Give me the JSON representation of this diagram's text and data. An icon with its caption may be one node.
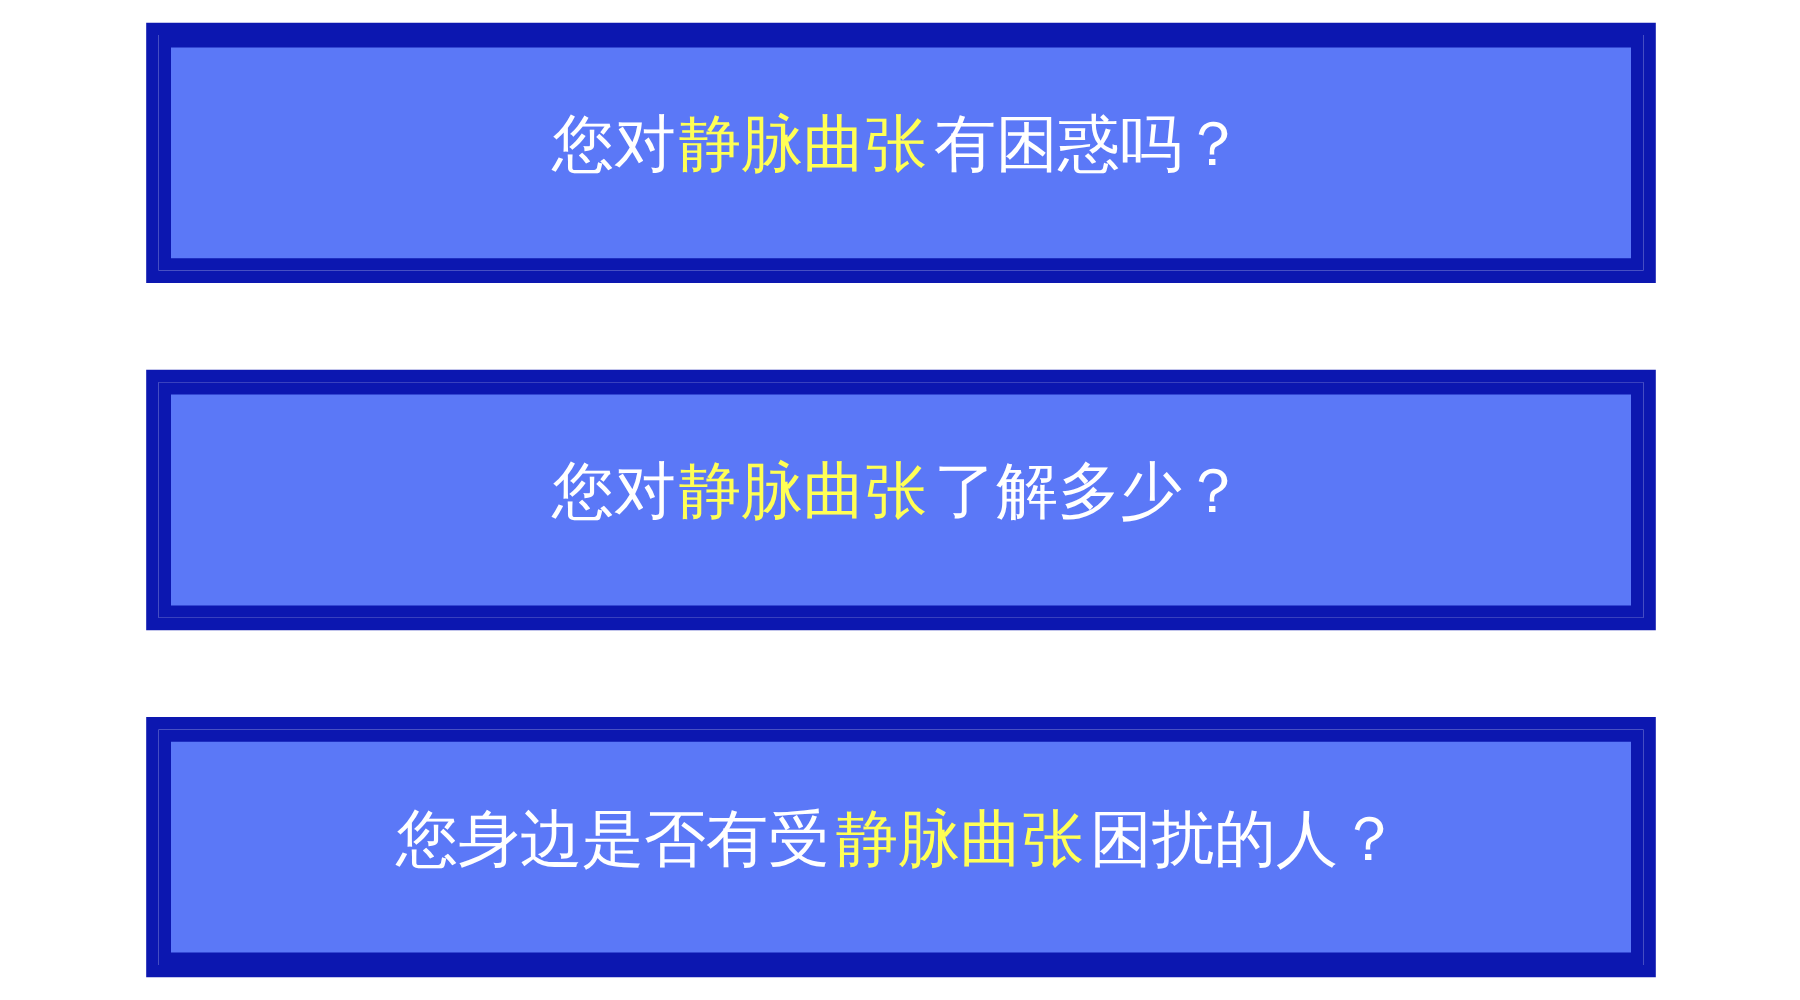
{
  "diagram": {
    "nodes": [
      {
        "text": [
          "您身边是否有受**静脉曲张**困扰的人？"
        ]
      },
      {
        "text": [
          "您对**静脉曲张**了解多少？"
        ]
      },
      {
        "text": [
          "您对**静脉曲张**有困惑吗？"
        ]
      }
    ]
  }
}
